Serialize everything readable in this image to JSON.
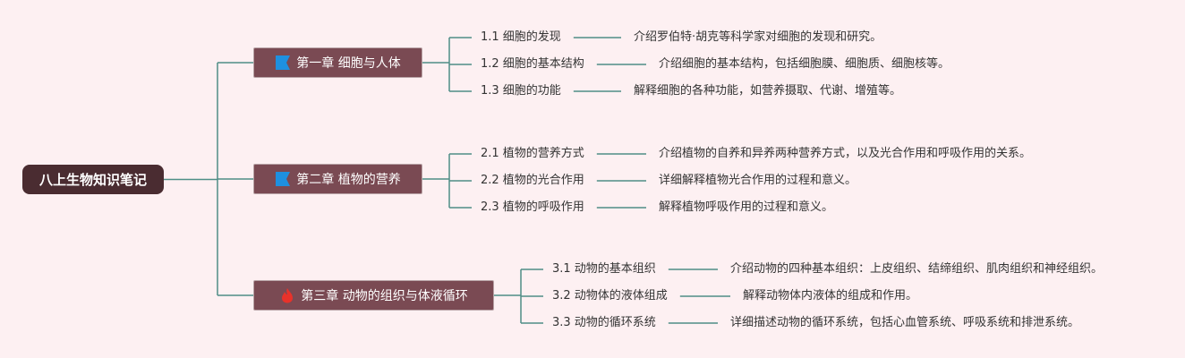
{
  "colors": {
    "background": "#fdf0f2",
    "root_fill": "#4a2c31",
    "chapter_fill": "#7a4a53",
    "connector": "#4e8e86",
    "flag_icon": "#1e90e0",
    "fire_icon": "#e8322a"
  },
  "mindmap": {
    "root": {
      "label": "八上生物知识笔记"
    },
    "chapters": [
      {
        "label": "第一章 细胞与人体",
        "icon": "flag-icon",
        "items": [
          {
            "label": "1.1 细胞的发现",
            "desc": "介绍罗伯特·胡克等科学家对细胞的发现和研究。"
          },
          {
            "label": "1.2 细胞的基本结构",
            "desc": "介绍细胞的基本结构，包括细胞膜、细胞质、细胞核等。"
          },
          {
            "label": "1.3 细胞的功能",
            "desc": "解释细胞的各种功能，如营养摄取、代谢、增殖等。"
          }
        ]
      },
      {
        "label": "第二章 植物的营养",
        "icon": "flag-icon",
        "items": [
          {
            "label": "2.1 植物的营养方式",
            "desc": "介绍植物的自养和异养两种营养方式，以及光合作用和呼吸作用的关系。"
          },
          {
            "label": "2.2 植物的光合作用",
            "desc": "详细解释植物光合作用的过程和意义。"
          },
          {
            "label": "2.3 植物的呼吸作用",
            "desc": "解释植物呼吸作用的过程和意义。"
          }
        ]
      },
      {
        "label": "第三章 动物的组织与体液循环",
        "icon": "fire-icon",
        "items": [
          {
            "label": "3.1 动物的基本组织",
            "desc": "介绍动物的四种基本组织：上皮组织、结缔组织、肌肉组织和神经组织。"
          },
          {
            "label": "3.2 动物体的液体组成",
            "desc": "解释动物体内液体的组成和作用。"
          },
          {
            "label": "3.3 动物的循环系统",
            "desc": "详细描述动物的循环系统，包括心血管系统、呼吸系统和排泄系统。"
          }
        ]
      }
    ]
  }
}
